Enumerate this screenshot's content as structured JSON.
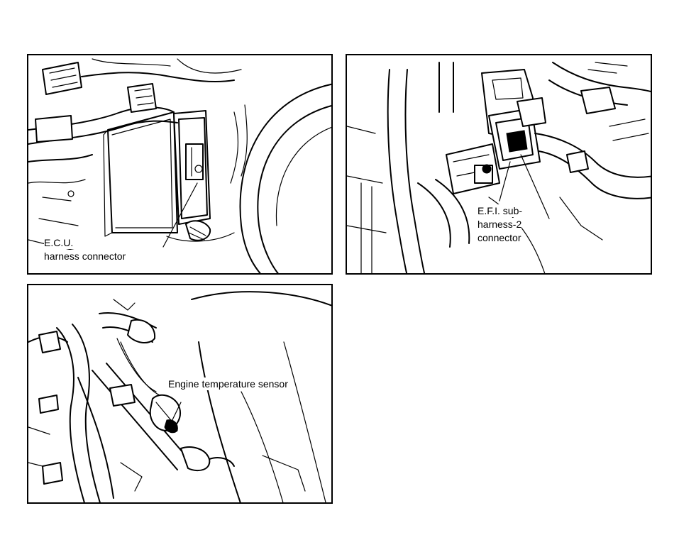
{
  "panels": {
    "ecu": {
      "label_line1": "E.C.U.",
      "label_line2": "harness connector"
    },
    "efi": {
      "label_line1": "E.F.I. sub-",
      "label_line2": "harness-2",
      "label_line3": "connector"
    },
    "temp": {
      "label": "Engine temperature sensor"
    }
  }
}
